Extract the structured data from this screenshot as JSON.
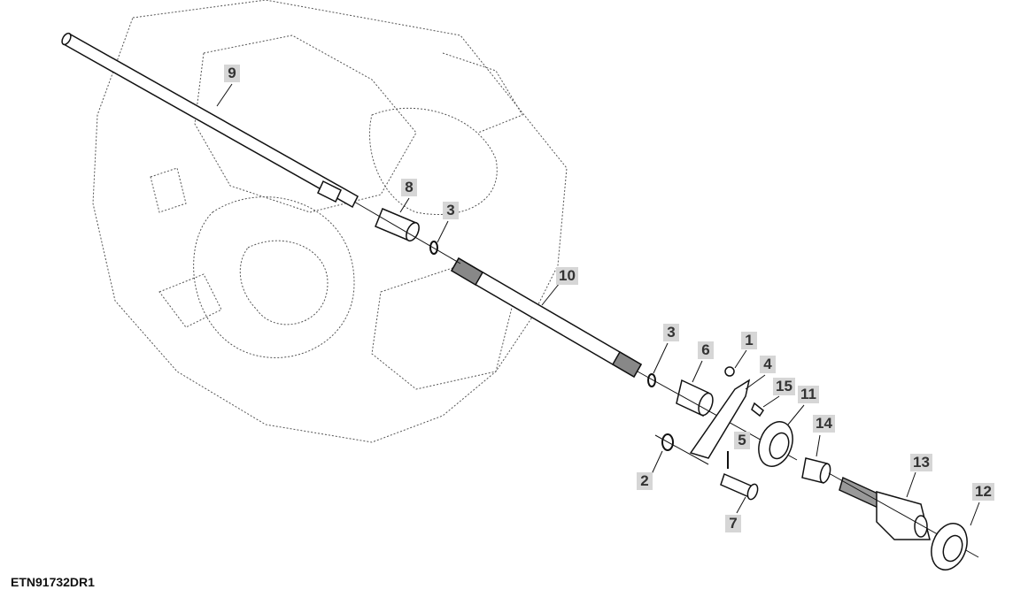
{
  "figure_id": "ETN91732DR1",
  "callouts": [
    {
      "id": "c9",
      "label": "9"
    },
    {
      "id": "c8",
      "label": "8"
    },
    {
      "id": "c3a",
      "label": "3"
    },
    {
      "id": "c10",
      "label": "10"
    },
    {
      "id": "c3b",
      "label": "3"
    },
    {
      "id": "c6",
      "label": "6"
    },
    {
      "id": "c1",
      "label": "1"
    },
    {
      "id": "c4",
      "label": "4"
    },
    {
      "id": "c15",
      "label": "15"
    },
    {
      "id": "c11",
      "label": "11"
    },
    {
      "id": "c14",
      "label": "14"
    },
    {
      "id": "c5",
      "label": "5"
    },
    {
      "id": "c2",
      "label": "2"
    },
    {
      "id": "c7",
      "label": "7"
    },
    {
      "id": "c13",
      "label": "13"
    },
    {
      "id": "c12",
      "label": "12"
    }
  ]
}
